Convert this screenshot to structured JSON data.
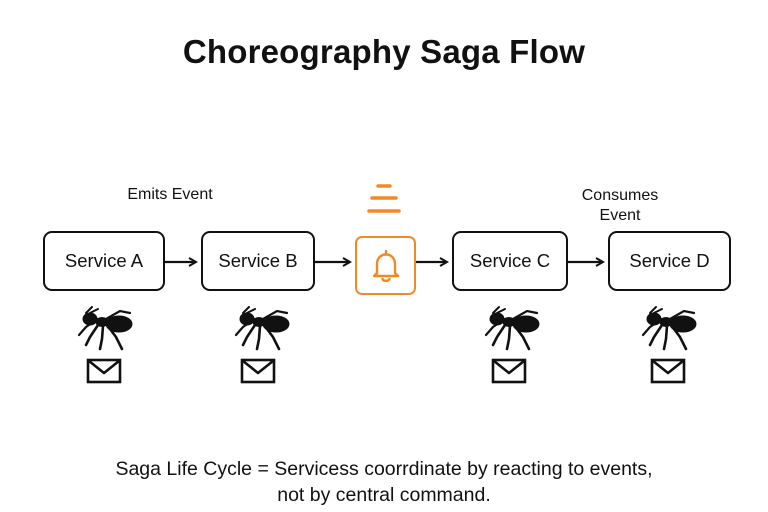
{
  "title": "Choreography Saga Flow",
  "labels": {
    "emits": "Emits Event",
    "consumes_line1": "Consumes",
    "consumes_line2": "Event"
  },
  "services": [
    {
      "label": "Service A"
    },
    {
      "label": "Service B"
    },
    {
      "label": "Service C"
    },
    {
      "label": "Service D"
    }
  ],
  "event_bus": {
    "icon": "bell-icon",
    "signal_icon": "signal-lines-icon",
    "color": "#f28a23"
  },
  "service_icons": {
    "agent": "ant-icon",
    "message": "envelope-icon"
  },
  "footer": {
    "line1": "Saga Life Cycle = Servicess coorrdinate by reacting to events,",
    "line2": "not by central command."
  },
  "colors": {
    "accent": "#f28a23",
    "stroke": "#111111",
    "background": "#ffffff"
  }
}
